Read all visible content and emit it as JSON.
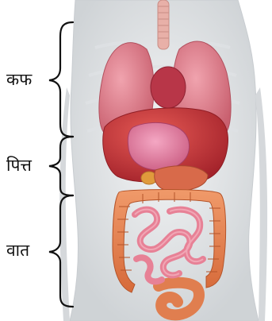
{
  "labels": {
    "kapha": "कफ",
    "pitta": "पित्त",
    "vata": "वात"
  },
  "colors": {
    "body": "#e6e8ea",
    "lung": "#e0808e",
    "heart": "#b83648",
    "liver": "#c7343a",
    "stomach": "#e57a9e",
    "colon": "#e07e4f",
    "small_intestine": "#e78196"
  },
  "icons": [
    "brace-kapha-icon",
    "brace-pitta-icon",
    "brace-vata-icon"
  ]
}
